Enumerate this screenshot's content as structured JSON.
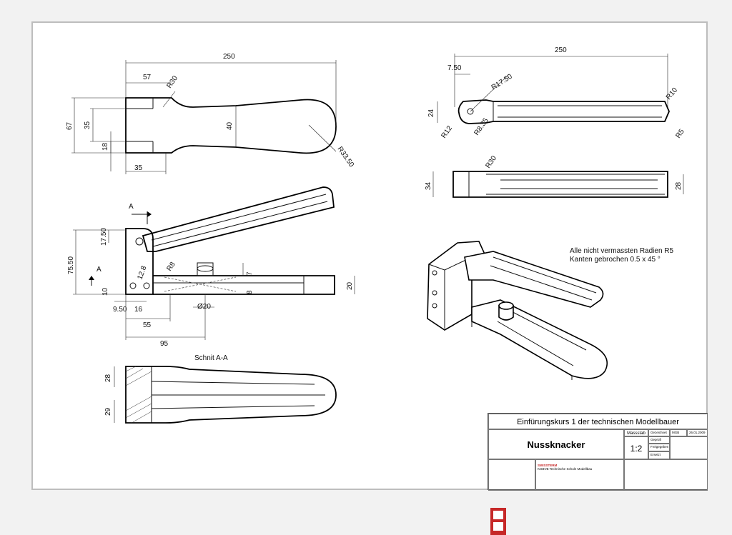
{
  "dimensions": {
    "top_view": {
      "overall": "250",
      "left_len": "57",
      "radius_top": "R30",
      "height": "67",
      "inner": "35",
      "slot": "18",
      "width_mid": "40",
      "bottom": "35",
      "end_radius": "R33.50"
    },
    "side_view": {
      "section_mark": "A",
      "h1": "17.50",
      "h2": "75.50",
      "h3": "10",
      "pin": "12.8",
      "r": "R8",
      "d1": "9.50",
      "d2": "16",
      "d3": "55",
      "d4": "95",
      "dia": "Ø20",
      "h4": "7",
      "h5": "8",
      "h6": "20"
    },
    "section": {
      "label": "Schnit A-A",
      "a": "28",
      "b": "29"
    },
    "right_top": {
      "overall": "250",
      "left": "7.50",
      "r1": "R17.50",
      "r2": "R10",
      "h": "24",
      "r3": "R12",
      "r4": "R8.35",
      "r5": "R5"
    },
    "right_side": {
      "h": "34",
      "r": "R30",
      "inner": "28"
    }
  },
  "notes": {
    "line1": "Alle nicht vermassten Radien R5",
    "line2": "Kanten gebrochen 0.5 x 45 °"
  },
  "titleblock": {
    "course": "Einfürungskurs 1 der technischen Modellbauer",
    "name": "Nussknacker",
    "massstab_label": "Massstab",
    "scale": "1:2",
    "fields": [
      "Gezeichnet",
      "Geprüft",
      "Freigegeben",
      "Ersetzt",
      "MGB",
      "26.01.2009"
    ],
    "school_tag": "SWISSTERM",
    "school": "KGBVB Technische Schule Modellbau"
  },
  "colors": {
    "logo": "#c62828",
    "frame": "#bdbdbd"
  }
}
